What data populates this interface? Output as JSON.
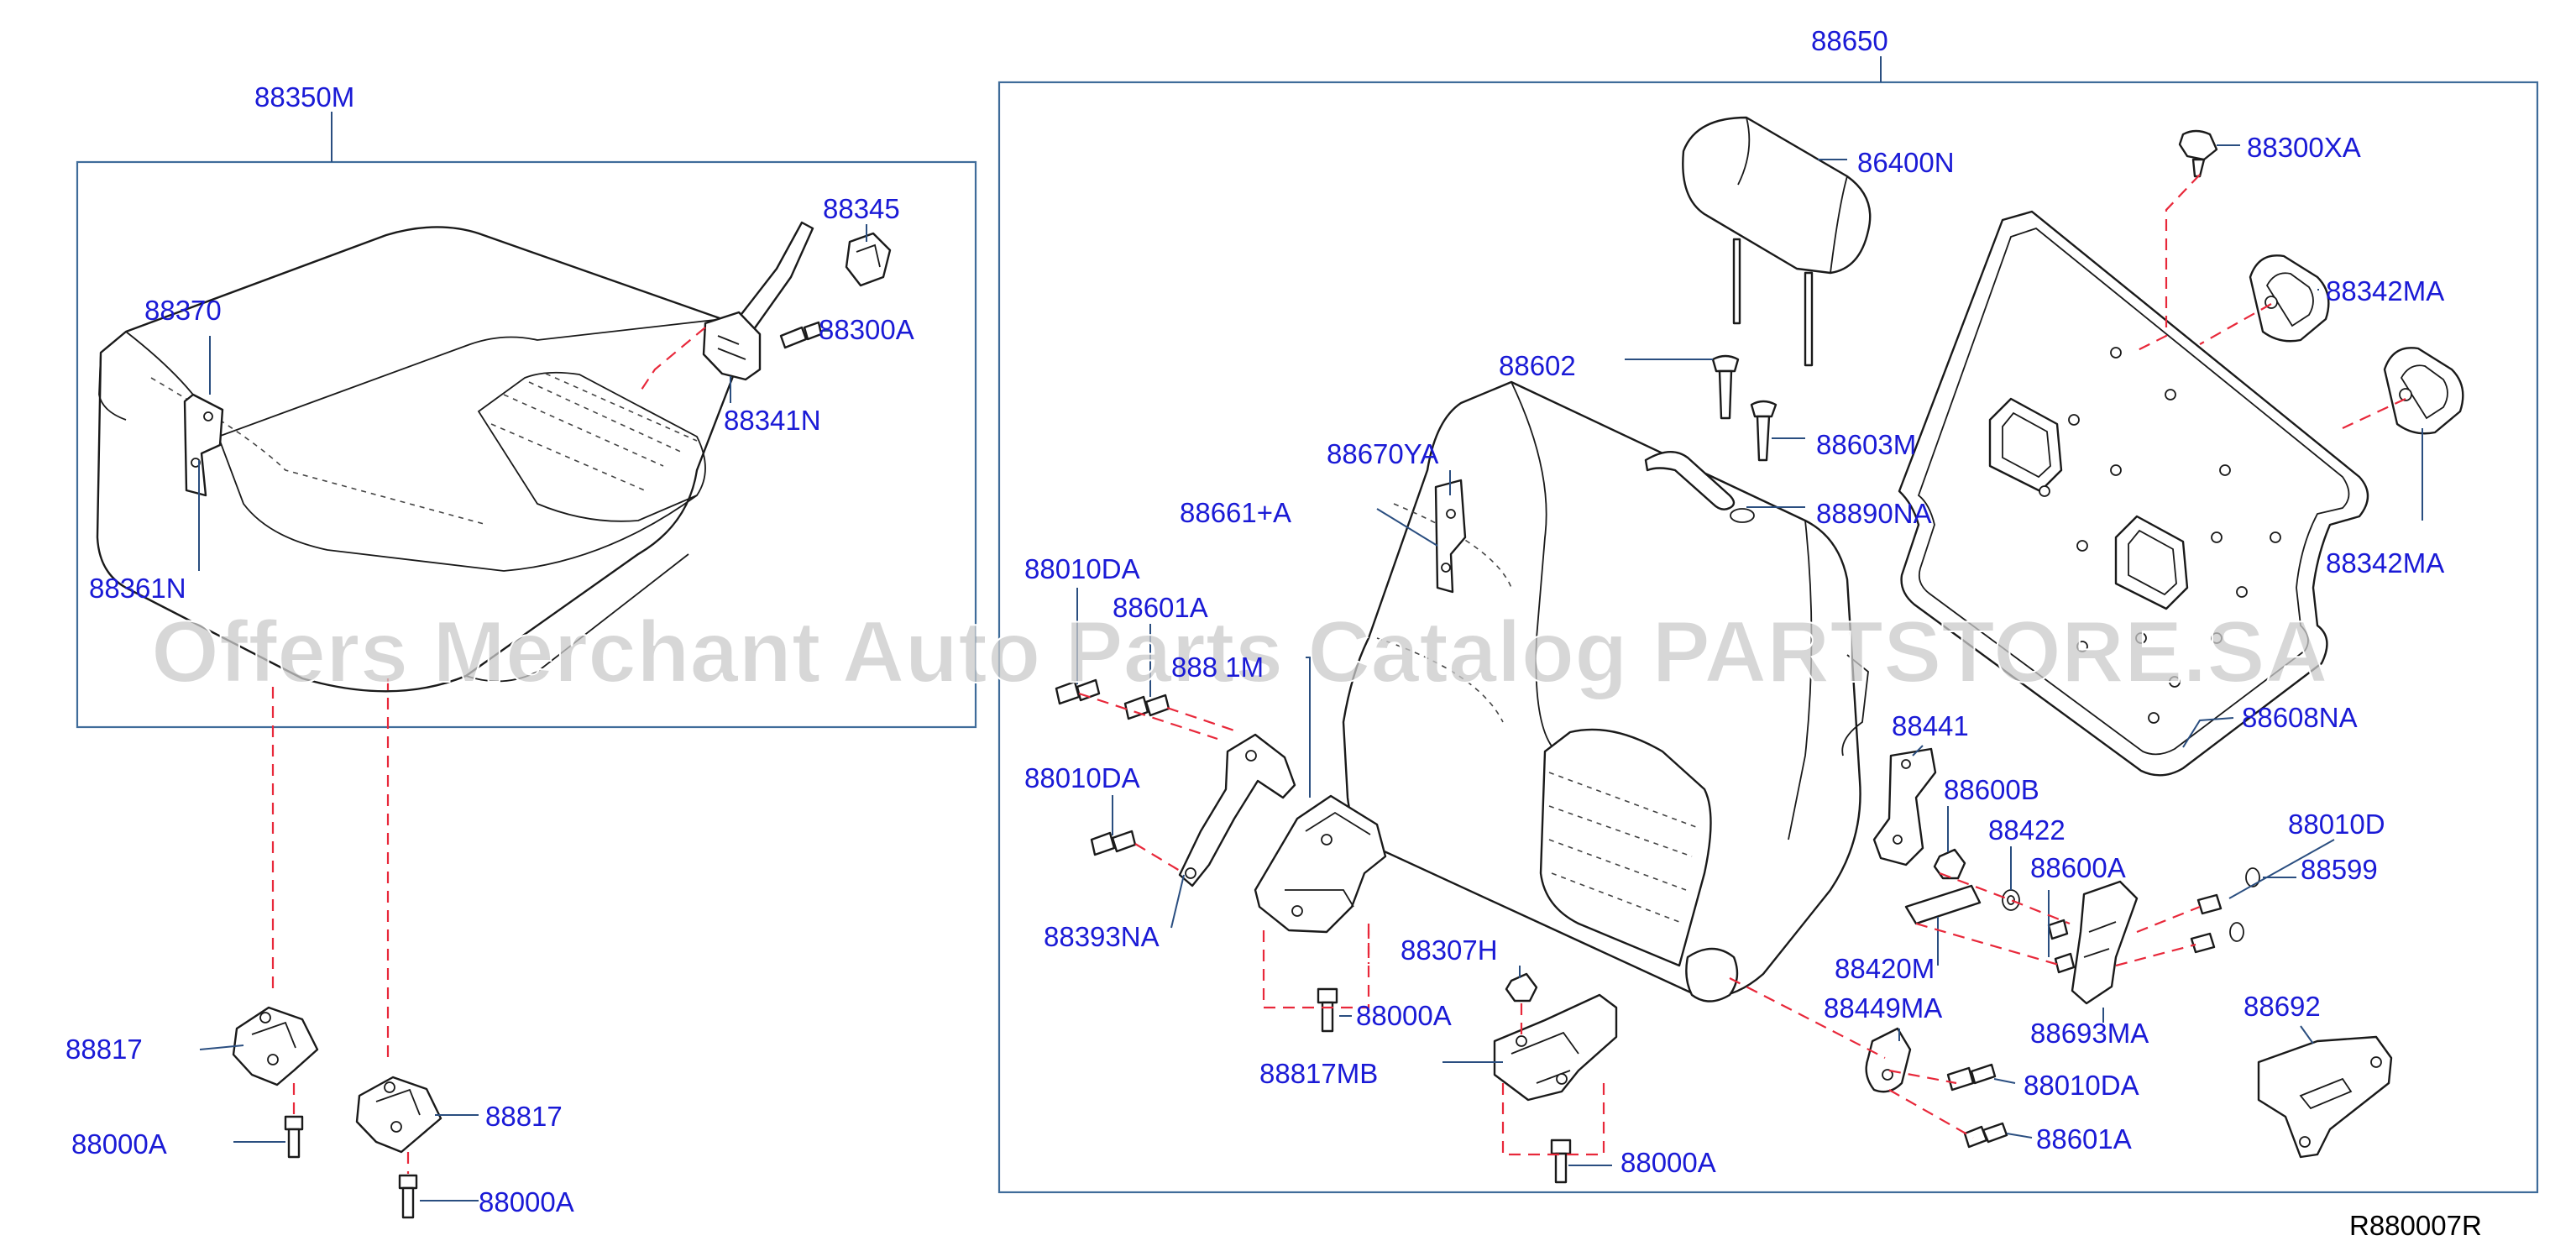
{
  "diagram": {
    "reference": "R880007R",
    "watermark": "Offers Merchant Auto Parts Catalog PARTSTORE.SA",
    "assemblies": {
      "cushion": "88350M",
      "back": "88650"
    },
    "parts": {
      "p88345": "88345",
      "p88370": "88370",
      "p88300A": "88300A",
      "p88341N": "88341N",
      "p88361N": "88361N",
      "p88817_a": "88817",
      "p88000A_a": "88000A",
      "p88817_b": "88817",
      "p88000A_b": "88000A",
      "p86400N": "86400N",
      "p88300XA": "88300XA",
      "p88342MA_a": "88342MA",
      "p88342MA_b": "88342MA",
      "p88602": "88602",
      "p88603M": "88603M",
      "p88890NA": "88890NA",
      "p88670YA": "88670YA",
      "p88661A": "88661+A",
      "p88010DA_a": "88010DA",
      "p88601A_a": "88601A",
      "p88817M": "888 1M",
      "p88010DA_b": "88010DA",
      "p88393NA": "88393NA",
      "p88000A_c": "88000A",
      "p88817MB": "88817MB",
      "p88307H": "88307H",
      "p88000A_d": "88000A",
      "p88608NA": "88608NA",
      "p88441": "88441",
      "p88600B": "88600B",
      "p88422": "88422",
      "p88600A": "88600A",
      "p88010D": "88010D",
      "p88599": "88599",
      "p88420M": "88420M",
      "p88449MA": "88449MA",
      "p88693MA": "88693MA",
      "p88010DA_c": "88010DA",
      "p88601A_b": "88601A",
      "p88692": "88692"
    }
  }
}
